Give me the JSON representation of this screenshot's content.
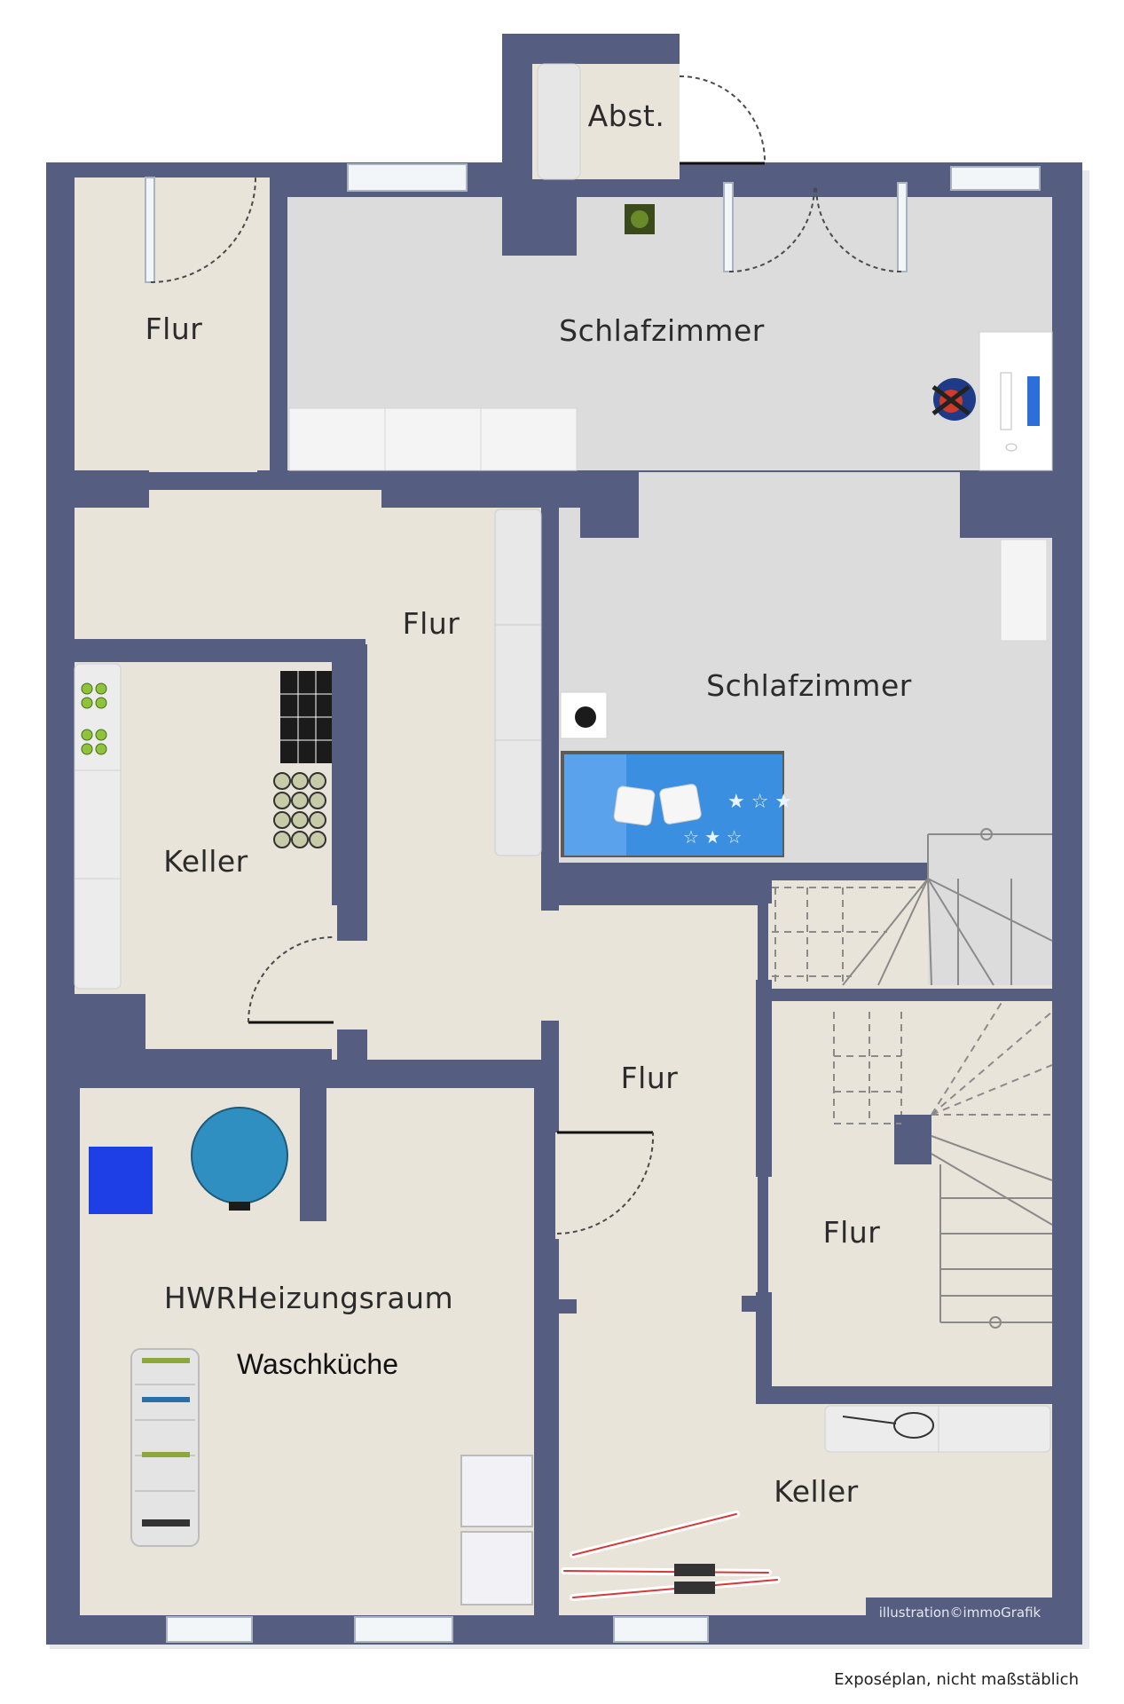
{
  "rooms": {
    "abst": "Abst.",
    "flur_top_left": "Flur",
    "schlafzimmer_top": "Schlafzimmer",
    "flur_mid": "Flur",
    "schlafzimmer_mid": "Schlafzimmer",
    "keller_left": "Keller",
    "flur_center": "Flur",
    "hwr": "HWRHeizungsraum",
    "waschkueche": "Waschküche",
    "flur_right": "Flur",
    "keller_bottom": "Keller"
  },
  "credit": "illustration©immoGrafik",
  "footer": "Exposéplan, nicht maßstäblich",
  "colors": {
    "wall": "#555d80",
    "floor_beige": "#e9e4da",
    "floor_grey": "#dcdcdc",
    "bed_blue": "#3b8fe0",
    "boiler_blue": "#2f8fc0",
    "washer_blue": "#1f3fe6"
  },
  "icons": [
    "door-swing-icon",
    "window-icon",
    "staircase-icon",
    "bed-icon",
    "desk-icon",
    "office-chair-icon",
    "boiler-icon",
    "bottle-crate-icon",
    "drying-rack-icon",
    "skis-icon",
    "tennis-racket-icon",
    "plant-icon"
  ]
}
